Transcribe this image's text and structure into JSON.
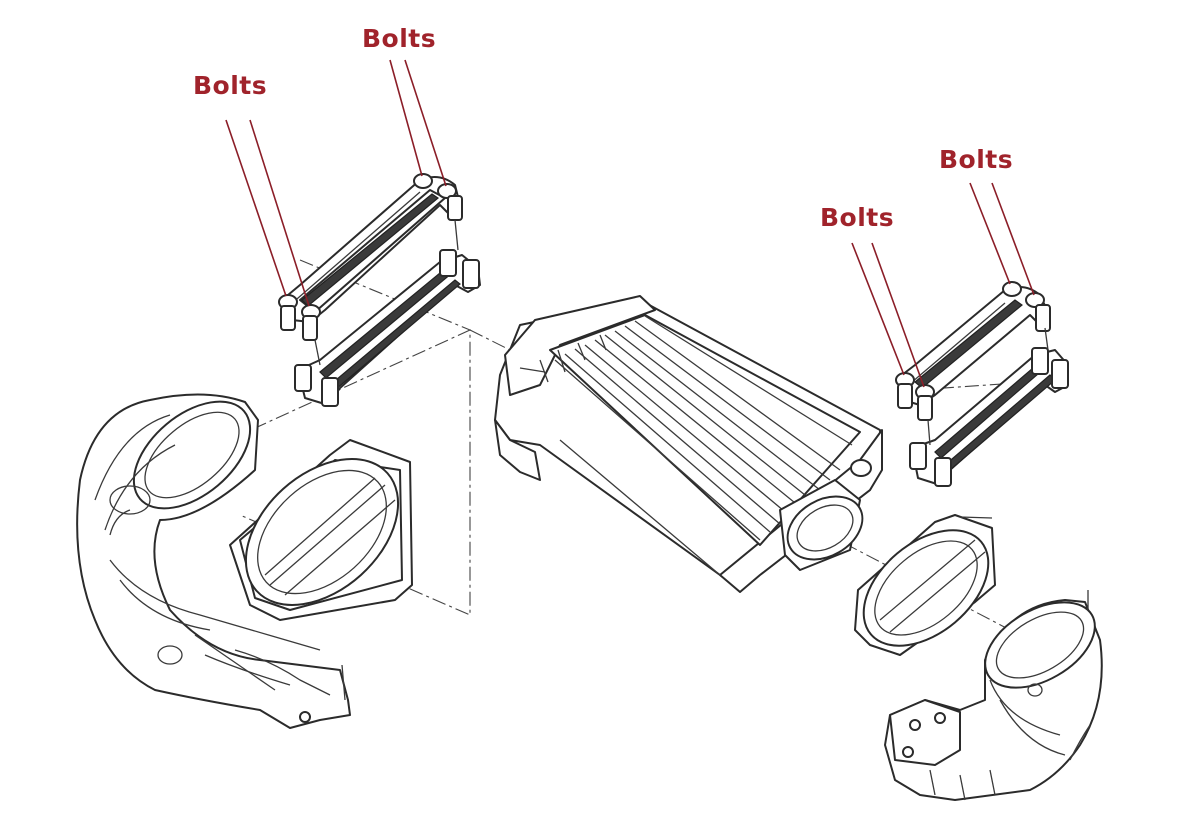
{
  "labels": [
    "Bolts",
    "Bolts",
    "Bolts",
    "Bolts"
  ],
  "colors": {
    "label": "#a0232b",
    "leader": "#8b1e28",
    "ink": "#2b2b2b"
  }
}
